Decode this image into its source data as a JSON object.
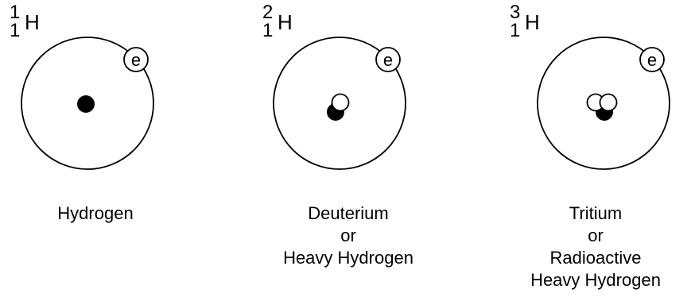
{
  "isotopes": [
    {
      "mass_number": "1",
      "atomic_number": "1",
      "element_symbol": "H",
      "electron_label": "e",
      "caption": [
        "Hydrogen"
      ],
      "protons": 1,
      "neutrons": 0
    },
    {
      "mass_number": "2",
      "atomic_number": "1",
      "element_symbol": "H",
      "electron_label": "e",
      "caption": [
        "Deuterium",
        "or",
        "Heavy Hydrogen"
      ],
      "protons": 1,
      "neutrons": 1
    },
    {
      "mass_number": "3",
      "atomic_number": "1",
      "element_symbol": "H",
      "electron_label": "e",
      "caption": [
        "Tritium",
        "or",
        "Radioactive",
        "Heavy Hydrogen"
      ],
      "protons": 1,
      "neutrons": 2
    }
  ],
  "colors": {
    "proton": "#000000",
    "neutron": "#ffffff",
    "outline": "#000000"
  }
}
